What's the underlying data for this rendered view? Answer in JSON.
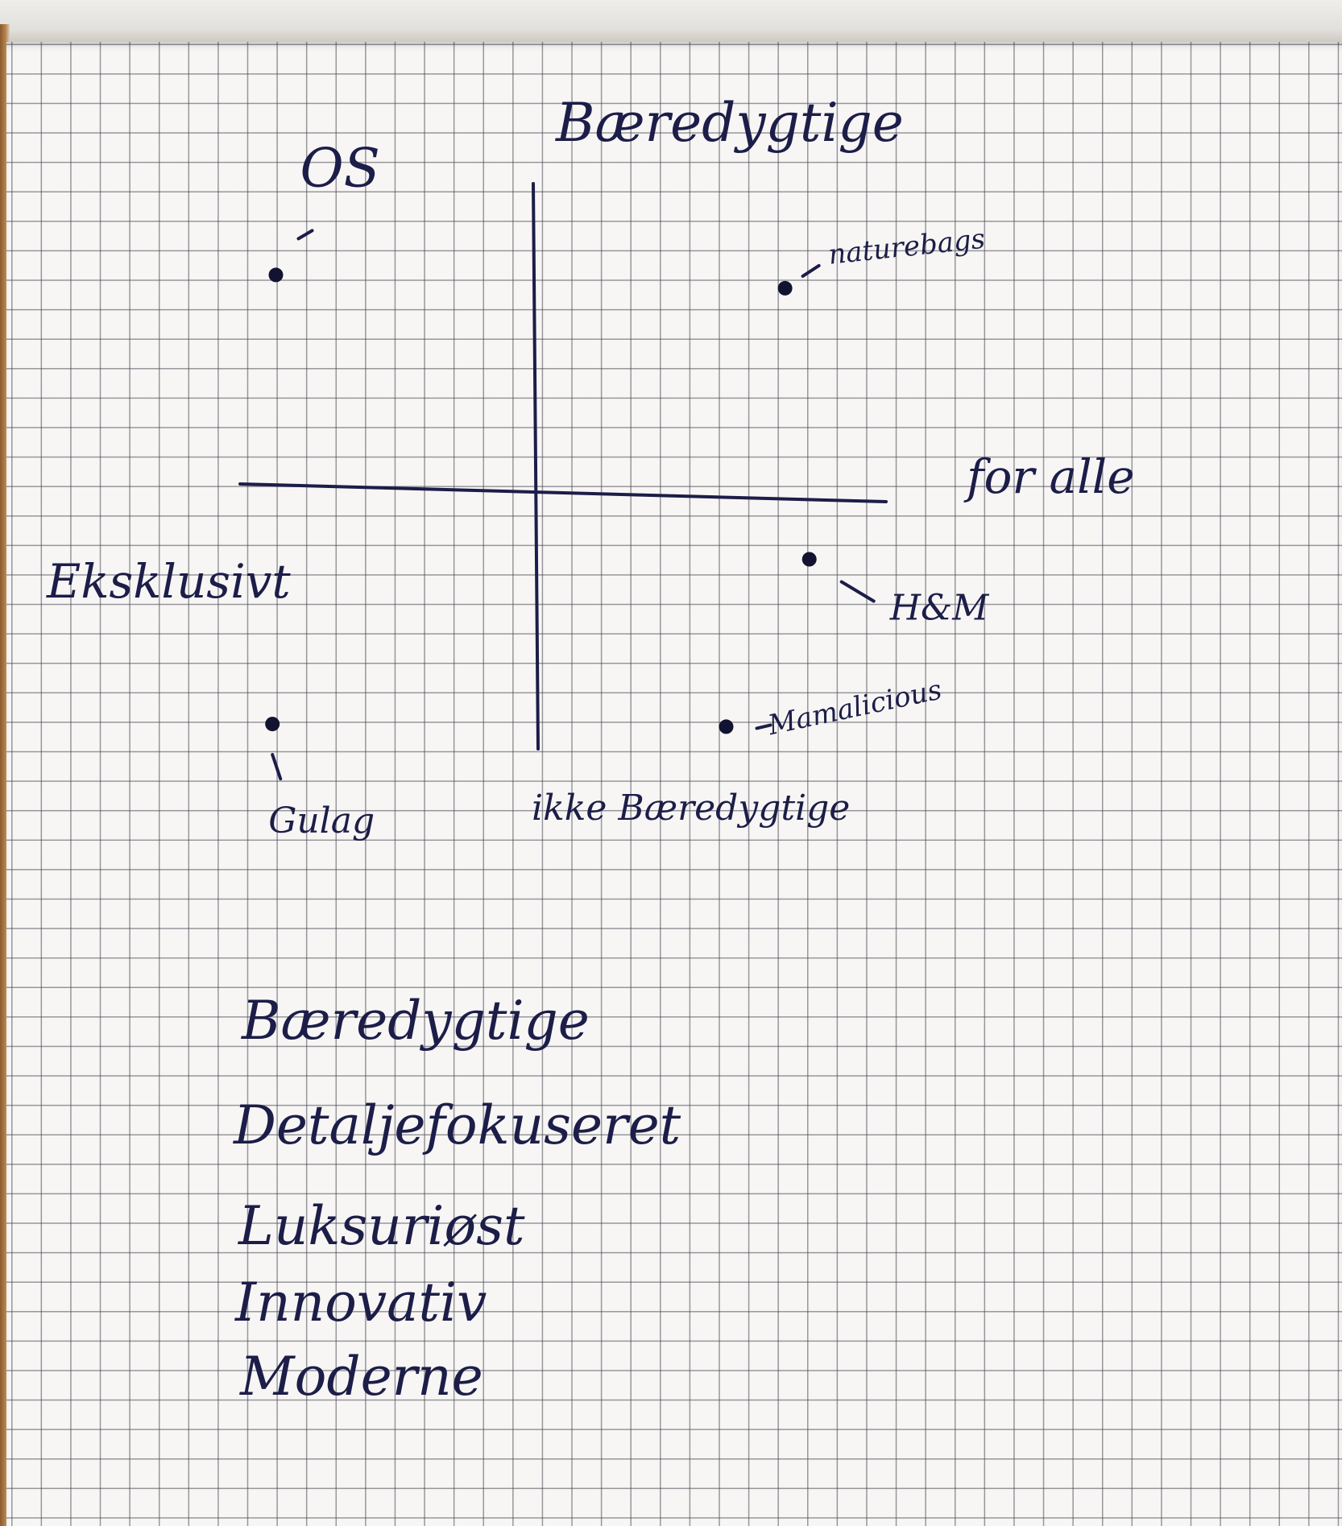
{
  "axes": {
    "top": "Bæredygtige",
    "bottom": "ikke Bæredygtige",
    "left": "Eksklusivt",
    "right": "for alle"
  },
  "points": [
    {
      "label": "OS",
      "x": -0.75,
      "y": 0.82
    },
    {
      "label": "naturebags",
      "x": 0.72,
      "y": 0.77
    },
    {
      "label": "H&M",
      "x": 0.79,
      "y": -0.25
    },
    {
      "label": "Mamalicious",
      "x": 0.55,
      "y": -0.88
    },
    {
      "label": "Gulag",
      "x": -0.76,
      "y": -0.87
    }
  ],
  "keywords": [
    "Bæredygtige",
    "Detaljefokuseret",
    "Luksuriøst",
    "Innovativ",
    "Moderne"
  ],
  "colors": {
    "ink": "#1c1d48",
    "paper": "#f7f6f5",
    "grid": "#4a4a55"
  }
}
